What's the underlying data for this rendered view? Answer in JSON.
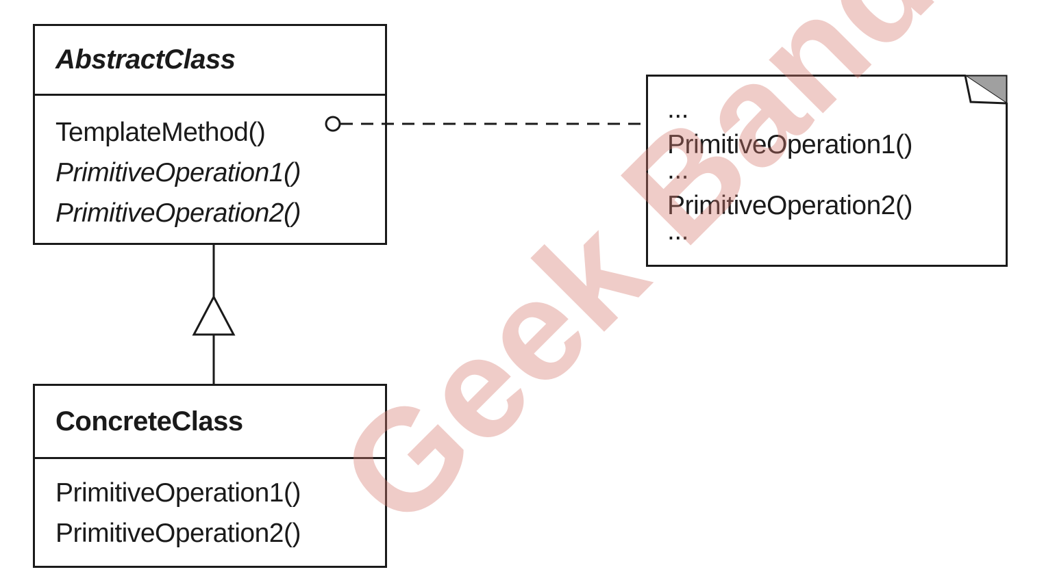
{
  "diagram": {
    "abstract_class": {
      "name": "AbstractClass",
      "operations": [
        {
          "label": "TemplateMethod()",
          "italic": false
        },
        {
          "label": "PrimitiveOperation1()",
          "italic": true
        },
        {
          "label": "PrimitiveOperation2()",
          "italic": true
        }
      ]
    },
    "concrete_class": {
      "name": "ConcreteClass",
      "operations": [
        {
          "label": "PrimitiveOperation1()"
        },
        {
          "label": "PrimitiveOperation2()"
        }
      ]
    },
    "note": {
      "lines": [
        "...",
        "PrimitiveOperation1()",
        "...",
        "PrimitiveOperation2()",
        "..."
      ]
    },
    "watermark": "Geek Band"
  },
  "colors": {
    "stroke": "#1a1a1a",
    "watermark": "#d6786e",
    "note_fold": "#a0a0a0"
  }
}
